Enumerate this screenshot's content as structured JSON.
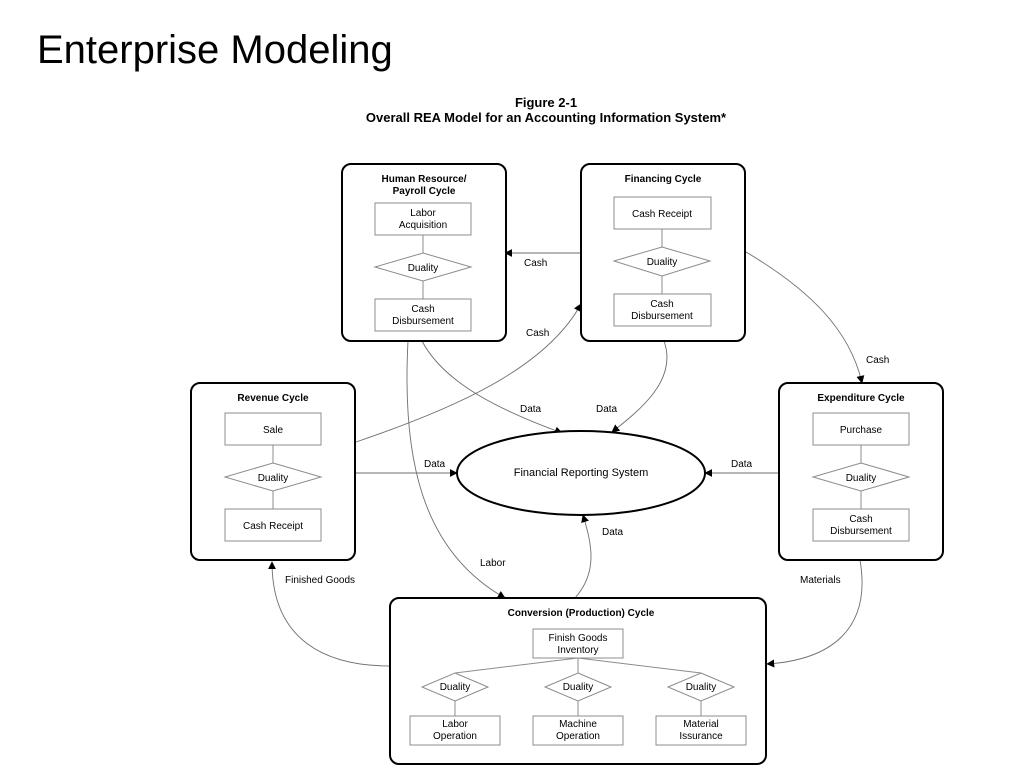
{
  "slide": {
    "title": "Enterprise Modeling"
  },
  "figure": {
    "number": "Figure 2-1",
    "caption": "Overall REA Model for an Accounting Information System*"
  },
  "cycles": {
    "hr": {
      "title_line1": "Human Resource/",
      "title_line2": "Payroll Cycle",
      "entity1_line1": "Labor",
      "entity1_line2": "Acquisition",
      "duality": "Duality",
      "entity2_line1": "Cash",
      "entity2_line2": "Disbursement"
    },
    "financing": {
      "title": "Financing Cycle",
      "entity1": "Cash Receipt",
      "duality": "Duality",
      "entity2_line1": "Cash",
      "entity2_line2": "Disbursement"
    },
    "revenue": {
      "title": "Revenue Cycle",
      "entity1": "Sale",
      "duality": "Duality",
      "entity2": "Cash Receipt"
    },
    "expenditure": {
      "title": "Expenditure Cycle",
      "entity1": "Purchase",
      "duality": "Duality",
      "entity2_line1": "Cash",
      "entity2_line2": "Disbursement"
    },
    "conversion": {
      "title": "Conversion (Production) Cycle",
      "top_line1": "Finish Goods",
      "top_line2": "Inventory",
      "duality": "Duality",
      "op1_line1": "Labor",
      "op1_line2": "Operation",
      "op2_line1": "Machine",
      "op2_line2": "Operation",
      "op3_line1": "Material",
      "op3_line2": "Issurance"
    }
  },
  "center": {
    "label": "Financial Reporting System"
  },
  "flows": {
    "cash": "Cash",
    "data": "Data",
    "labor": "Labor",
    "finished_goods": "Finished Goods",
    "materials": "Materials"
  }
}
